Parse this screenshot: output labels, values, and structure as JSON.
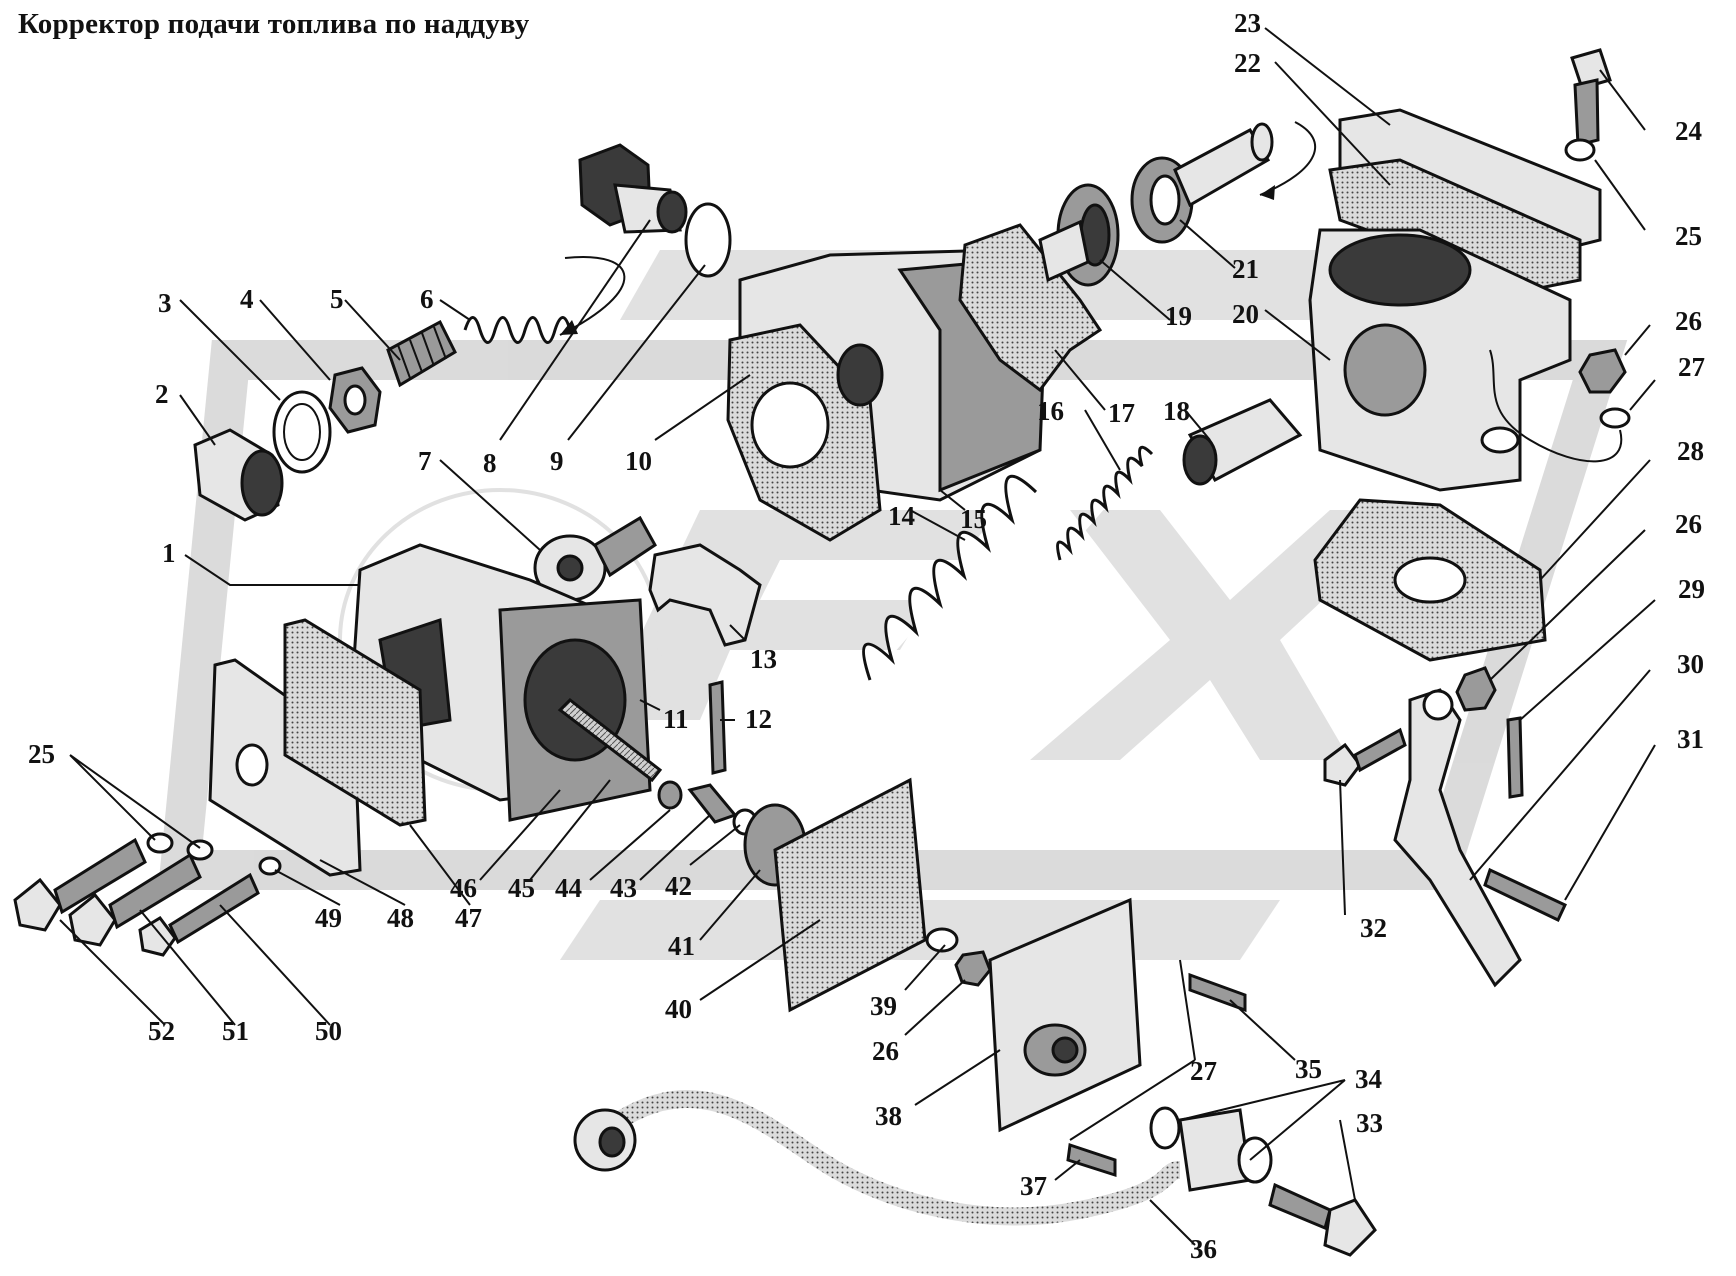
{
  "title": "Корректор подачи топлива по наддуву",
  "watermark": {
    "text": "REX",
    "color": "#c9c9c9"
  },
  "callouts": [
    "1",
    "2",
    "3",
    "4",
    "5",
    "6",
    "7",
    "8",
    "9",
    "10",
    "11",
    "12",
    "13",
    "14",
    "15",
    "16",
    "17",
    "18",
    "19",
    "20",
    "21",
    "22",
    "23",
    "24",
    "25",
    "25",
    "26",
    "26",
    "26",
    "27",
    "27",
    "28",
    "29",
    "30",
    "31",
    "32",
    "33",
    "34",
    "35",
    "36",
    "37",
    "38",
    "39",
    "40",
    "41",
    "42",
    "43",
    "44",
    "45",
    "46",
    "47",
    "48",
    "49",
    "50",
    "51",
    "52"
  ]
}
